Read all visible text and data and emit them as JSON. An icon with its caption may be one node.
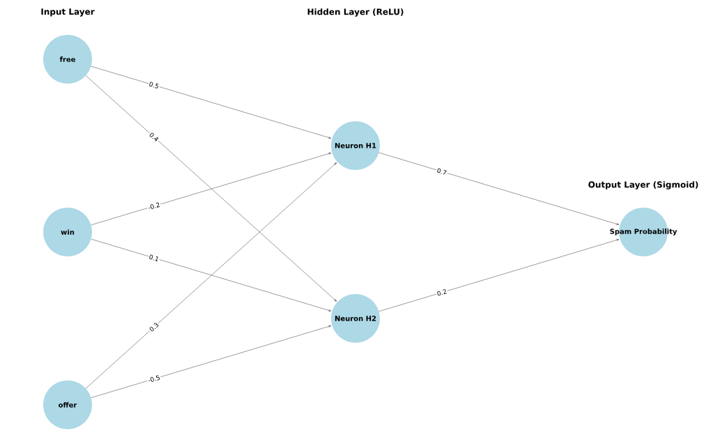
{
  "diagram": {
    "nodes": [
      {
        "text": [
          "free"
        ]
      },
      {
        "text": [
          "win"
        ]
      },
      {
        "text": [
          "offer"
        ]
      },
      {
        "text": [
          "Neuron H1"
        ]
      },
      {
        "text": [
          "Neuron H2"
        ]
      },
      {
        "text": [
          "Spam Probability"
        ]
      }
    ],
    "edges": [
      {
        "from": 0,
        "to": 3,
        "arrow": "to",
        "label": "0.5"
      },
      {
        "from": 0,
        "to": 4,
        "arrow": "to",
        "label": "0.4"
      },
      {
        "from": 1,
        "to": 3,
        "arrow": "to",
        "label": "-0.2"
      },
      {
        "from": 1,
        "to": 4,
        "arrow": "to",
        "label": "0.1"
      },
      {
        "from": 2,
        "to": 3,
        "arrow": "to",
        "label": "0.3"
      },
      {
        "from": 2,
        "to": 4,
        "arrow": "to",
        "label": "-0.5"
      },
      {
        "from": 3,
        "to": 5,
        "arrow": "to",
        "label": "0.7"
      },
      {
        "from": 4,
        "to": 5,
        "arrow": "to",
        "label": "0.2"
      }
    ],
    "labels": [
      "Input Layer",
      "Hidden Layer (ReLU)",
      "Output Layer (Sigmoid)"
    ]
  }
}
